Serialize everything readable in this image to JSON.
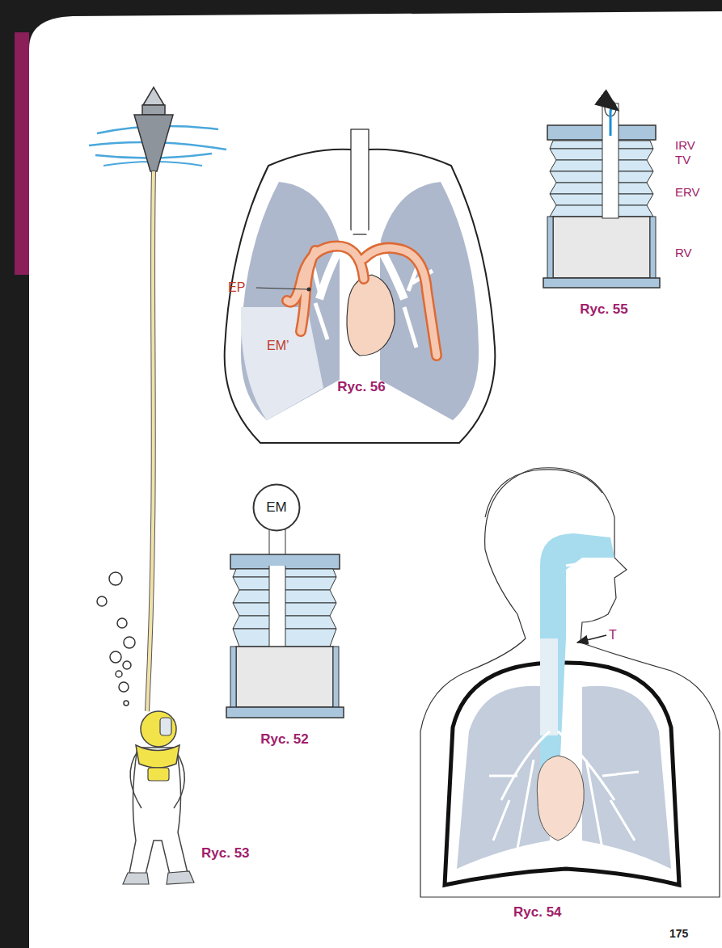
{
  "diagram": {
    "nodes": [
      {
        "text": [
          "EM"
        ]
      }
    ],
    "labels": [
      "IRV",
      "TV",
      "ERV",
      "RV",
      "Ryc. 55",
      "EP",
      "EM’",
      "Ryc. 56",
      "Ryc. 52",
      "T",
      "Ryc. 53",
      "Ryc. 54",
      "175"
    ]
  }
}
